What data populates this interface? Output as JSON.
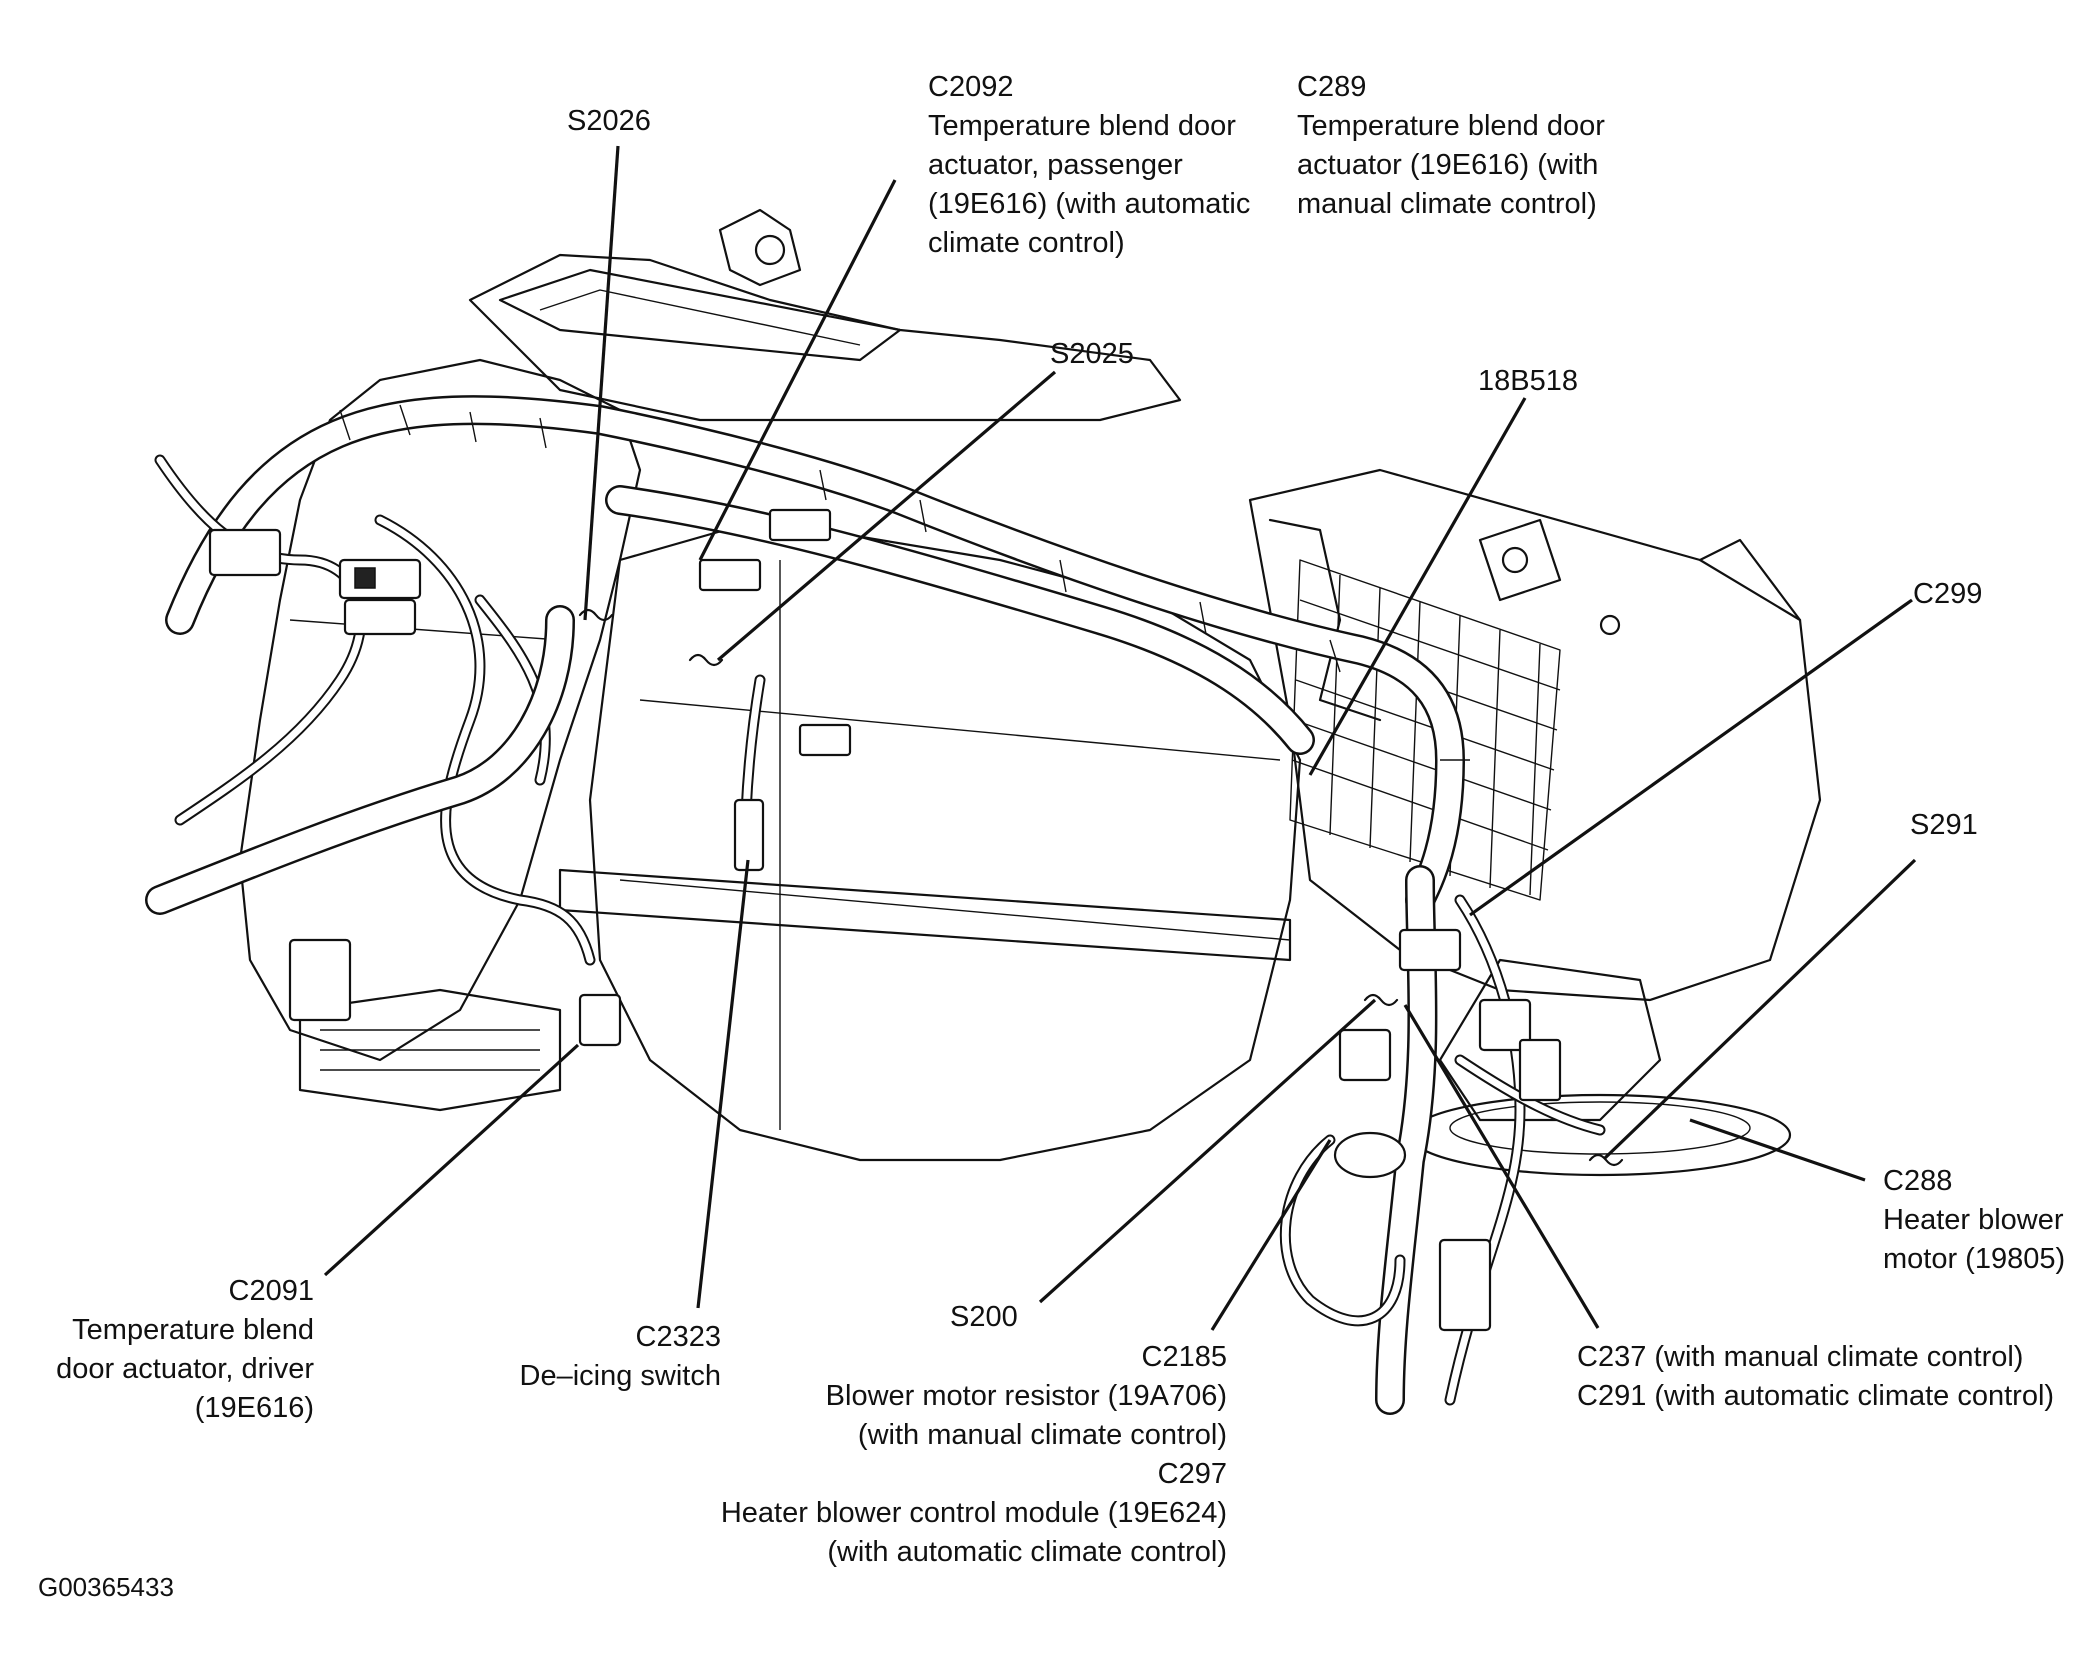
{
  "labels": {
    "s2026": {
      "lines": [
        "S2026"
      ]
    },
    "c2092": {
      "lines": [
        "C2092",
        "Temperature blend door",
        "actuator, passenger",
        "(19E616) (with automatic",
        "climate control)"
      ]
    },
    "c289": {
      "lines": [
        "C289",
        "Temperature blend door",
        "actuator (19E616) (with",
        "manual climate control)"
      ]
    },
    "s2025": {
      "lines": [
        "S2025"
      ]
    },
    "b18b518": {
      "lines": [
        "18B518"
      ]
    },
    "c299": {
      "lines": [
        "C299"
      ]
    },
    "s291": {
      "lines": [
        "S291"
      ]
    },
    "c288": {
      "lines": [
        "C288",
        "Heater blower",
        "motor (19805)"
      ]
    },
    "c2091": {
      "lines": [
        "C2091",
        "Temperature blend",
        "door actuator, driver",
        "(19E616)"
      ]
    },
    "c2323": {
      "lines": [
        "C2323",
        "De–icing switch"
      ]
    },
    "s200": {
      "lines": [
        "S200"
      ]
    },
    "c2185": {
      "lines": [
        "C2185",
        "Blower motor resistor (19A706)",
        "(with manual climate control)",
        "C297",
        "Heater blower control module (19E624)",
        "(with automatic climate control)"
      ]
    },
    "c237": {
      "lines": [
        "C237 (with manual climate control)",
        "C291 (with automatic climate control)"
      ]
    },
    "figure_id": {
      "lines": [
        "G00365433"
      ]
    }
  }
}
